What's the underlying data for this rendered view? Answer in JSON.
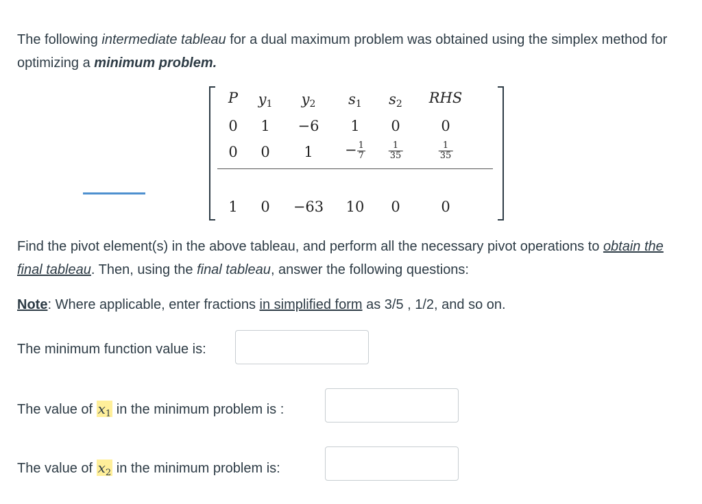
{
  "intro": {
    "t1": "The following ",
    "t2": "intermediate tableau",
    "t3": " for a dual maximum problem was obtained using the simplex method for optimizing a ",
    "t4": "minimum problem.",
    "t5": ""
  },
  "tableau": {
    "headers": [
      {
        "base": "P",
        "sub": ""
      },
      {
        "base": "y",
        "sub": "1"
      },
      {
        "base": "y",
        "sub": "2"
      },
      {
        "base": "s",
        "sub": "1"
      },
      {
        "base": "s",
        "sub": "2"
      },
      {
        "base": "RHS",
        "sub": ""
      }
    ],
    "row1": [
      "0",
      "1",
      "−6",
      "1",
      "0",
      "0"
    ],
    "row2": {
      "c0": "0",
      "c1": "0",
      "c2": "1",
      "c3_sign": "−",
      "c3_num": "1",
      "c3_den": "7",
      "c4_num": "1",
      "c4_den": "35",
      "c5_num": "1",
      "c5_den": "35"
    },
    "row3": [
      "1",
      "0",
      "−63",
      "10",
      "0",
      "0"
    ]
  },
  "instructions": {
    "t1": "Find the pivot element(s) in the above tableau, and perform all the necessary pivot operations to ",
    "t2": "obtain the final tableau",
    "t3": ". Then, using the ",
    "t4": "final tableau",
    "t5": ", answer the following questions:"
  },
  "note": {
    "label": "Note",
    "t1": ": Where applicable, enter fractions ",
    "t2": "in simplified form",
    "t3": " as  3/5 ,  1/2, and so on."
  },
  "questions": {
    "q1": "The minimum function value is:",
    "q2_pre": "The value of ",
    "q2_var": "x",
    "q2_sub": "1",
    "q2_post": " in the minimum problem is :",
    "q3_pre": "The value of ",
    "q3_var": "x",
    "q3_sub": "2",
    "q3_post": "  in the minimum problem is:"
  },
  "answers": {
    "a1": "",
    "a2": "",
    "a3": ""
  },
  "colors": {
    "text": "#2d3b45",
    "highlight": "#ffef9a",
    "accent_line": "#4e90cf",
    "input_border": "#c7cdd1"
  }
}
